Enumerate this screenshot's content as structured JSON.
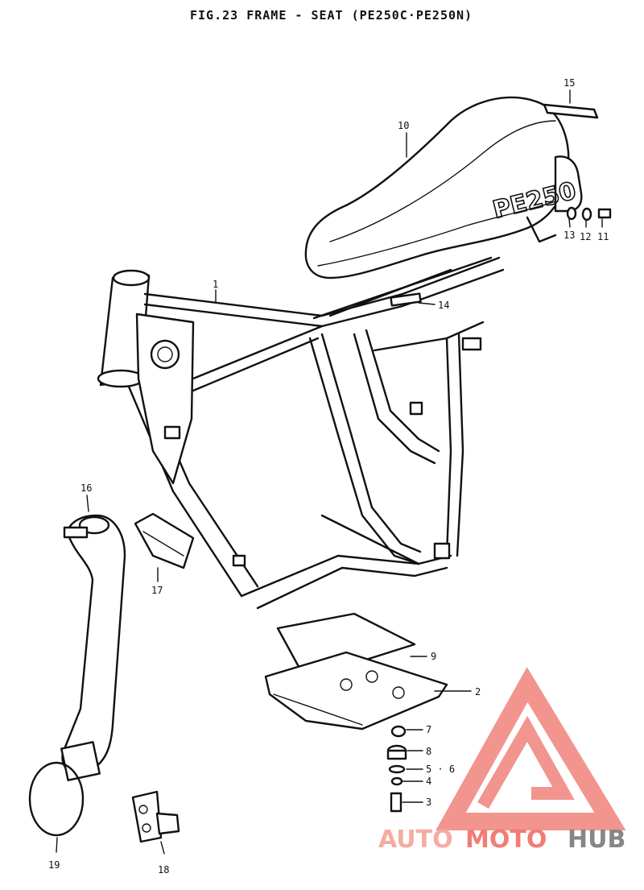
{
  "title": "FIG.23  FRAME - SEAT (PE250C·PE250N)",
  "seat_model_text": "PE250",
  "part_labels": {
    "p1": "1",
    "p2": "2",
    "p3": "3",
    "p4": "4",
    "p5_6": "5 · 6",
    "p7": "7",
    "p8": "8",
    "p9": "9",
    "p10": "10",
    "p11": "11",
    "p12": "12",
    "p13": "13",
    "p14": "14",
    "p15": "15",
    "p16": "16",
    "p17": "17",
    "p18": "18",
    "p19": "19"
  },
  "watermark": {
    "auto": "AUTO",
    "moto": "MOTO",
    "hub": "HUB"
  },
  "colors": {
    "line": "#111111",
    "logo_light": "#f5a39a",
    "logo_red": "#ef6f68",
    "logo_grey": "#7a7a7a"
  }
}
